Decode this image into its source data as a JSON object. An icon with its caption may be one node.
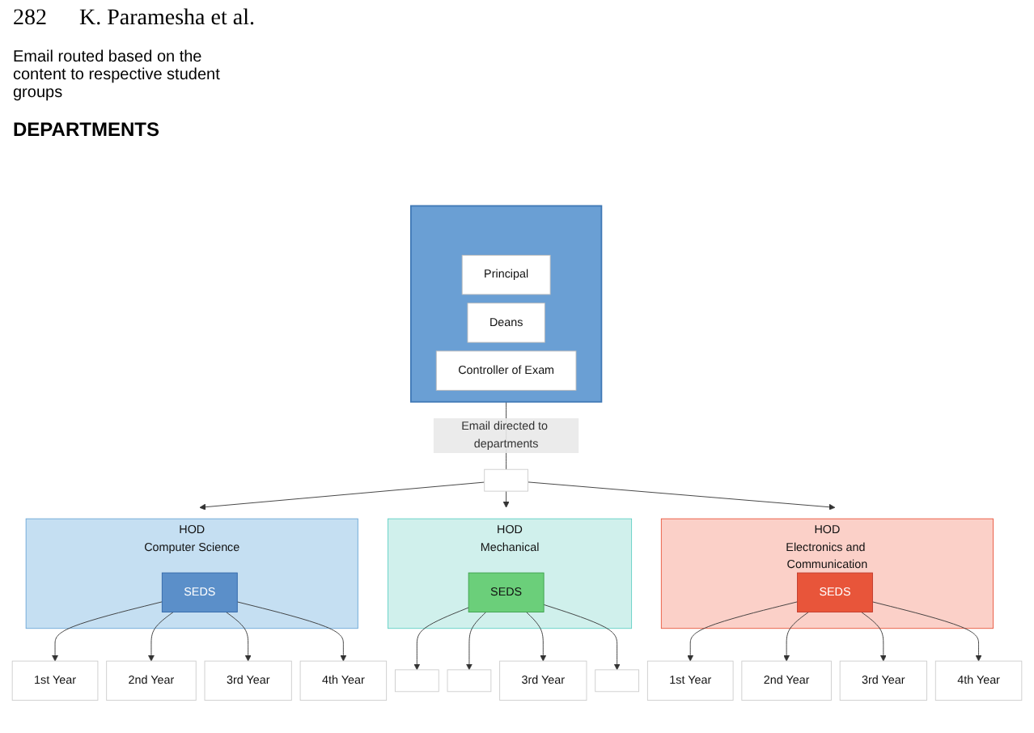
{
  "diagram": {
    "nodes": [
      {
        "text": [],
        "shape": "box"
      },
      {
        "text": [
          "Principal"
        ],
        "in": 0
      },
      {
        "text": [
          "Deans"
        ],
        "in": 0
      },
      {
        "text": [
          "Controller of Exam"
        ],
        "in": 0
      },
      {
        "text": [],
        "shape": "box"
      },
      {
        "text": [
          "HOD",
          "Computer Science"
        ]
      },
      {
        "text": [
          "SEDS"
        ],
        "in": 5
      },
      {
        "text": [
          "HOD",
          "Mechanical"
        ]
      },
      {
        "text": [
          "SEDS"
        ],
        "in": 7
      },
      {
        "text": [
          "HOD",
          "Electronics and Communication"
        ]
      },
      {
        "text": [
          "SEDS"
        ],
        "in": 9
      },
      {
        "text": [
          "1st Year"
        ]
      },
      {
        "text": [
          "2nd Year"
        ]
      },
      {
        "text": [
          "3rd Year"
        ]
      },
      {
        "text": [
          "4th Year"
        ]
      },
      {
        "text": [],
        "shape": "box"
      },
      {
        "text": [],
        "shape": "box"
      },
      {
        "text": [
          "3rd Year"
        ]
      },
      {
        "text": [],
        "shape": "box"
      },
      {
        "text": [
          "1st Year"
        ]
      },
      {
        "text": [
          "2nd Year"
        ]
      },
      {
        "text": [
          "3rd Year"
        ]
      },
      {
        "text": [
          "4th Year"
        ]
      }
    ],
    "edges": [
      {
        "from": 0,
        "to": 4,
        "arrow": "none",
        "label": "Email directed to departments"
      },
      {
        "from": 4,
        "to": 5,
        "arrow": "to"
      },
      {
        "from": 4,
        "to": 7,
        "arrow": "to"
      },
      {
        "from": 4,
        "to": 9,
        "arrow": "to"
      },
      {
        "from": 6,
        "to": 11,
        "arrow": "to"
      },
      {
        "from": 6,
        "to": 12,
        "arrow": "to"
      },
      {
        "from": 6,
        "to": 13,
        "arrow": "to"
      },
      {
        "from": 6,
        "to": 14,
        "arrow": "to"
      },
      {
        "from": 8,
        "to": 15,
        "arrow": "to"
      },
      {
        "from": 8,
        "to": 16,
        "arrow": "to"
      },
      {
        "from": 8,
        "to": 17,
        "arrow": "to"
      },
      {
        "from": 8,
        "to": 18,
        "arrow": "to"
      },
      {
        "from": 10,
        "to": 19,
        "arrow": "to"
      },
      {
        "from": 10,
        "to": 20,
        "arrow": "to"
      },
      {
        "from": 10,
        "to": 21,
        "arrow": "to"
      },
      {
        "from": 10,
        "to": 22,
        "arrow": "to"
      }
    ],
    "labels": [
      "282",
      "K. Paramesha et al.",
      "Email routed based on the content to respective student groups",
      "DEPARTMENTS"
    ]
  }
}
